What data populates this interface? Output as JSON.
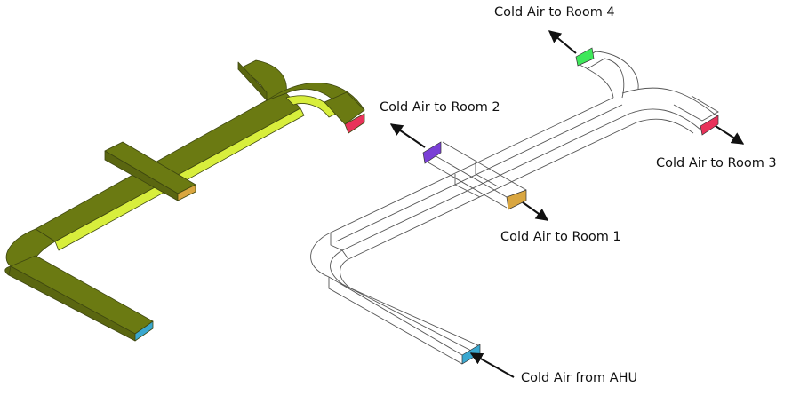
{
  "diagram": {
    "labels": {
      "room4": "Cold Air to Room 4",
      "room2": "Cold Air to Room 2",
      "room3": "Cold Air to Room 3",
      "room1": "Cold Air to Room 1",
      "ahu": "Cold Air from AHU"
    },
    "colors": {
      "duct_top": "#6b7a12",
      "duct_side": "#a8c23a",
      "duct_inner": "#d8ee3c",
      "duct_outline": "#3e4710",
      "inlet_ahu": "#3aa8d0",
      "outlet_room1": "#d9a640",
      "outlet_room2": "#7a3fd6",
      "outlet_room3": "#e8325a",
      "outlet_room4": "#3ee85a",
      "wireframe": "#555555",
      "arrow": "#111111"
    }
  }
}
